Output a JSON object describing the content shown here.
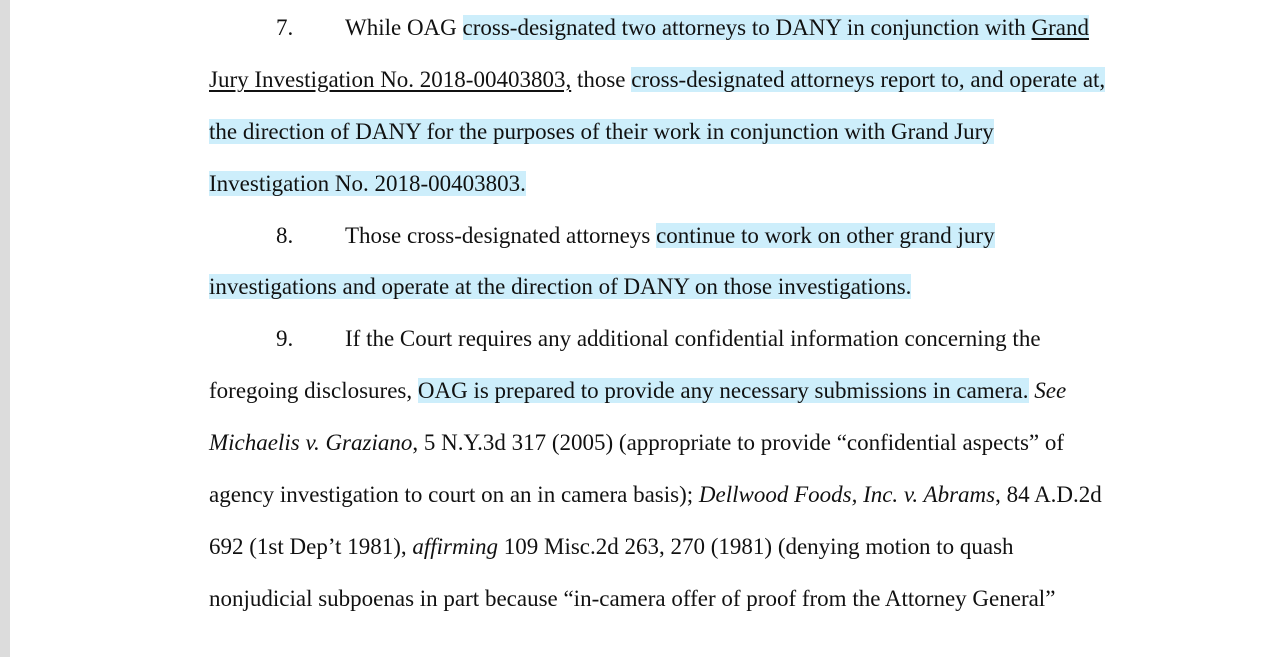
{
  "colors": {
    "highlight": "#cdeefb",
    "text": "#111111",
    "left_bar": "#dcdcdc"
  },
  "paragraphs": {
    "p7": {
      "number": "7.",
      "l1": {
        "a": "While OAG ",
        "b": "cross-designated two attorneys to DANY in conjunction with ",
        "c": "Grand "
      },
      "l2": {
        "a": "Jury Investigation No. 2018-00403803,",
        "b": " those ",
        "c": "cross-designated attorneys report to, and operate at,"
      },
      "l3": {
        "a": "the direction of DANY for the purposes of their work in conjunction with Grand Jury "
      },
      "l4": {
        "a": "Investigation No. 2018-00403803. "
      }
    },
    "p8": {
      "number": "8.",
      "l1": {
        "a": "Those cross-designated attorneys ",
        "b": "continue to work on other grand jury "
      },
      "l2": {
        "a": "investigations and operate at the direction of DANY on those investigations. "
      }
    },
    "p9": {
      "number": "9.",
      "l1": {
        "a": "If the Court requires any additional confidential information concerning the"
      },
      "l2": {
        "a": "foregoing disclosures, ",
        "b": "OAG is prepared to provide any necessary submissions in camera.",
        "c": " ",
        "d": "See"
      },
      "l3": {
        "a": "Michaelis v. Graziano",
        "b": ", 5 N.Y.3d 317 (2005) (appropriate to provide “confidential aspects” of"
      },
      "l4": {
        "a": "agency investigation to court on an in camera basis); ",
        "b": "Dellwood Foods, Inc. v. Abrams",
        "c": ", 84 A.D.2d"
      },
      "l5": {
        "a": "692 (1st Dep’t 1981), ",
        "b": "affirming",
        "c": " 109 Misc.2d 263, 270 (1981) (denying motion to quash"
      },
      "l6": {
        "a": "nonjudicial subpoenas in part because “in-camera offer of proof from the Attorney General”"
      }
    }
  }
}
